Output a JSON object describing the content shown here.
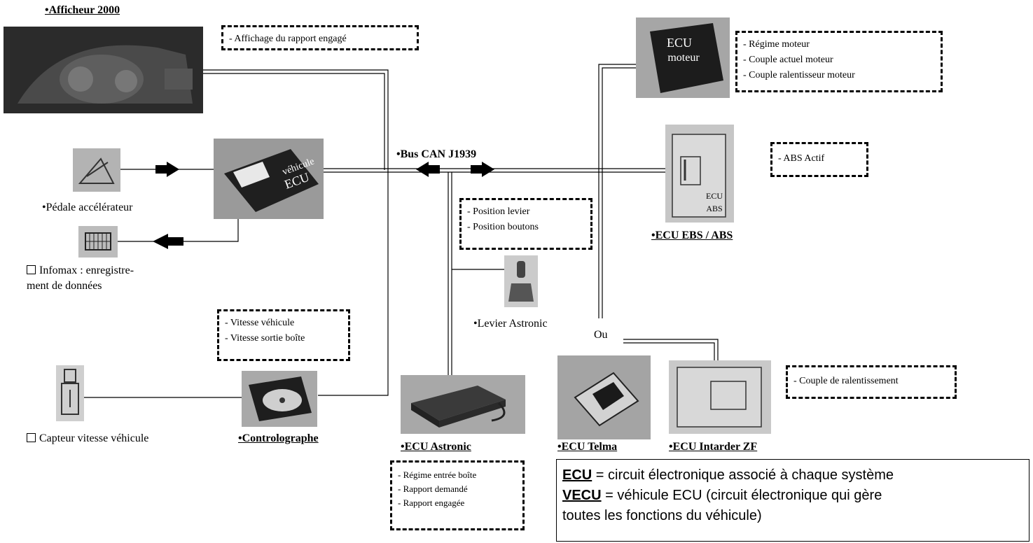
{
  "title": "•Afficheur 2000",
  "bus_label": "•Bus CAN J1939",
  "ou_label": "Ou",
  "components": {
    "afficheur": {
      "label": "•Afficheur 2000"
    },
    "pedale": {
      "label": "•Pédale accélérateur"
    },
    "infomax": {
      "label_line1": "Infomax : enregistre-",
      "label_line2": "ment de données"
    },
    "vecu": {
      "text_line1": "véhicule",
      "text_line2": "ECU"
    },
    "capteur": {
      "label": "Capteur vitesse véhicule"
    },
    "controlographe": {
      "label": "•Controlographe"
    },
    "levier": {
      "label": "•Levier Astronic"
    },
    "ecu_astronic": {
      "label": "•ECU Astronic"
    },
    "ecu_moteur": {
      "text_line1": "ECU",
      "text_line2": "moteur"
    },
    "ecu_ebs": {
      "label": "•ECU EBS / ABS",
      "text_line1": "ECU",
      "text_line2": "ABS"
    },
    "ecu_telma": {
      "label": "•ECU Telma"
    },
    "ecu_intarder": {
      "label": "•ECU Intarder ZF"
    }
  },
  "info_boxes": {
    "afficheur": [
      "- Affichage du rapport engagé"
    ],
    "moteur": [
      "- Régime moteur",
      "- Couple actuel moteur",
      "- Couple ralentisseur moteur"
    ],
    "abs": [
      "- ABS Actif"
    ],
    "levier": [
      "- Position levier",
      "- Position boutons"
    ],
    "vitesse": [
      "- Vitesse véhicule",
      "- Vitesse sortie boîte"
    ],
    "astronic": [
      "- Régime entrée boîte",
      "- Rapport demandé",
      "- Rapport engagée"
    ],
    "ralentissement": [
      "- Couple de ralentissement"
    ]
  },
  "legend": {
    "ecu_term": "ECU",
    "ecu_def": " = circuit électronique associé à chaque système",
    "vecu_term": "VECU",
    "vecu_def": " = véhicule ECU (circuit électronique qui gère",
    "vecu_def2": "toutes les fonctions du véhicule)"
  }
}
